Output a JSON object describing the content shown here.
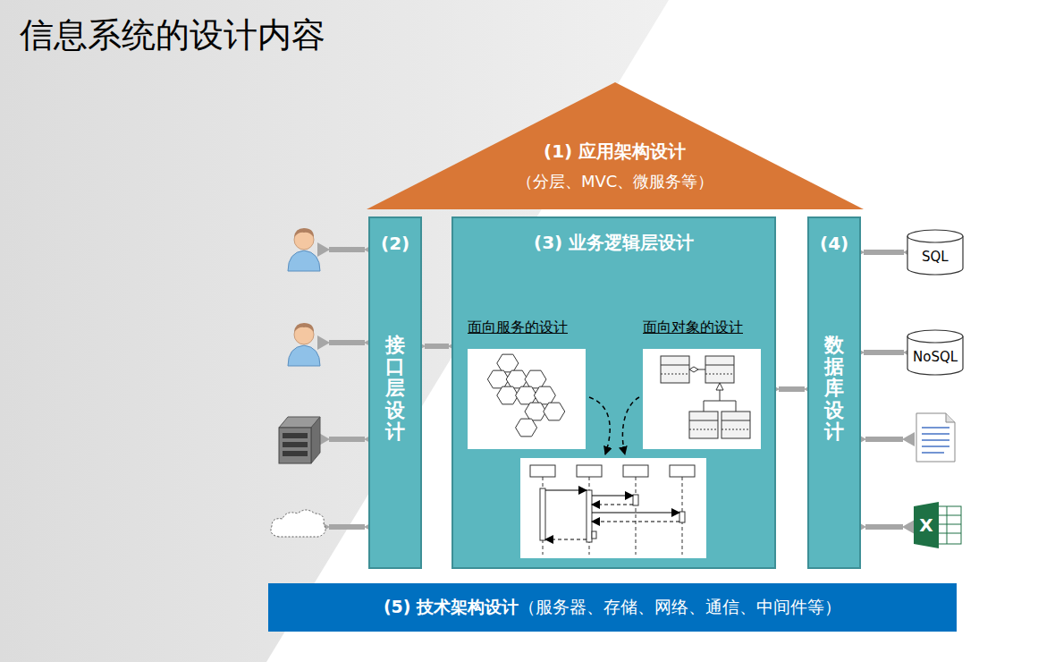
{
  "diagram": {
    "title": "信息系统的设计内容",
    "nodes": [
      {
        "text": [
          "(1) 应用架构设计",
          "（分层、MVC、微服务等）"
        ]
      },
      {
        "text": [
          "(2)",
          "接口层设计"
        ]
      },
      {
        "text": [
          "(3) 业务逻辑层设计"
        ]
      },
      {
        "text": [
          "面向服务的设计"
        ],
        "in": 2
      },
      {
        "text": [
          "面向对象的设计"
        ],
        "in": 2
      },
      {
        "text": [
          "(4)",
          "数据库设计"
        ]
      },
      {
        "text": [
          "SQL"
        ]
      },
      {
        "text": [
          "NoSQL"
        ]
      },
      {
        "text": [
          "(5) 技术架构设计",
          "（服务器、存储、网络、通信、中间件等）"
        ]
      }
    ],
    "edges": [
      {
        "from": 1,
        "to": 2,
        "arrow": "both"
      },
      {
        "from": 2,
        "to": 5,
        "arrow": "both"
      },
      {
        "from": 5,
        "to": 6,
        "arrow": "both"
      },
      {
        "from": 5,
        "to": 7,
        "arrow": "both"
      }
    ],
    "labels": [
      "X"
    ]
  }
}
